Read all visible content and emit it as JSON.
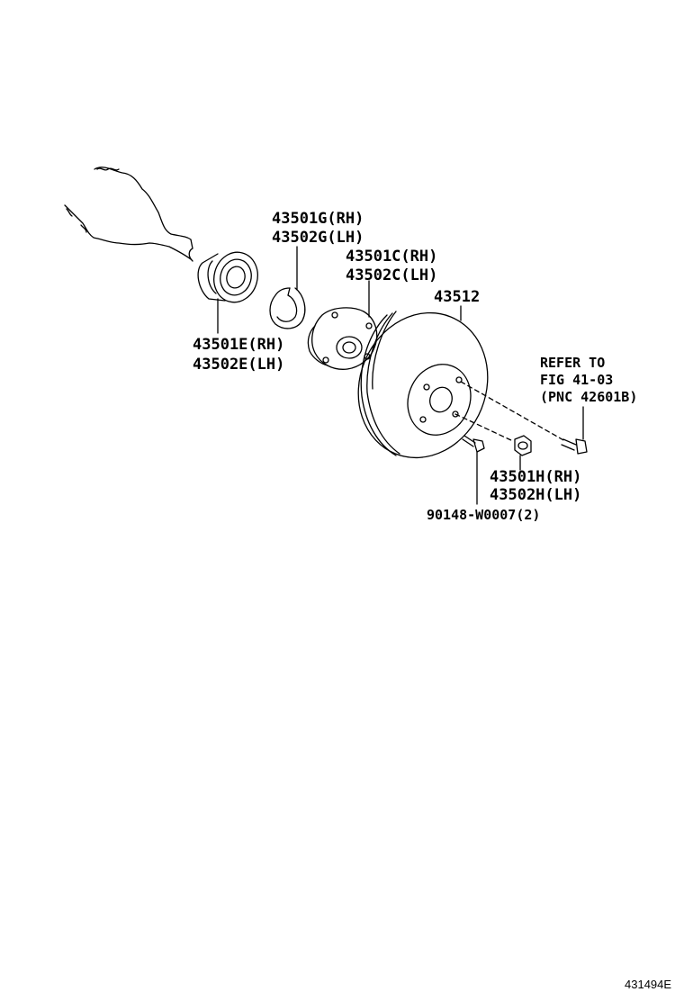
{
  "labels": {
    "snap_ring_rh": "43501G(RH)",
    "snap_ring_lh": "43502G(LH)",
    "hub_rh": "43501C(RH)",
    "hub_lh": "43502C(LH)",
    "disc": "43512",
    "bearing_rh": "43501E(RH)",
    "bearing_lh": "43502E(LH)",
    "nut_rh": "43501H(RH)",
    "nut_lh": "43502H(LH)",
    "screw": "90148-W0007(2)"
  },
  "reference": {
    "line1": "REFER TO",
    "line2": "FIG 41-03",
    "line3": "(PNC 42601B)"
  },
  "figure_id": "431494E"
}
